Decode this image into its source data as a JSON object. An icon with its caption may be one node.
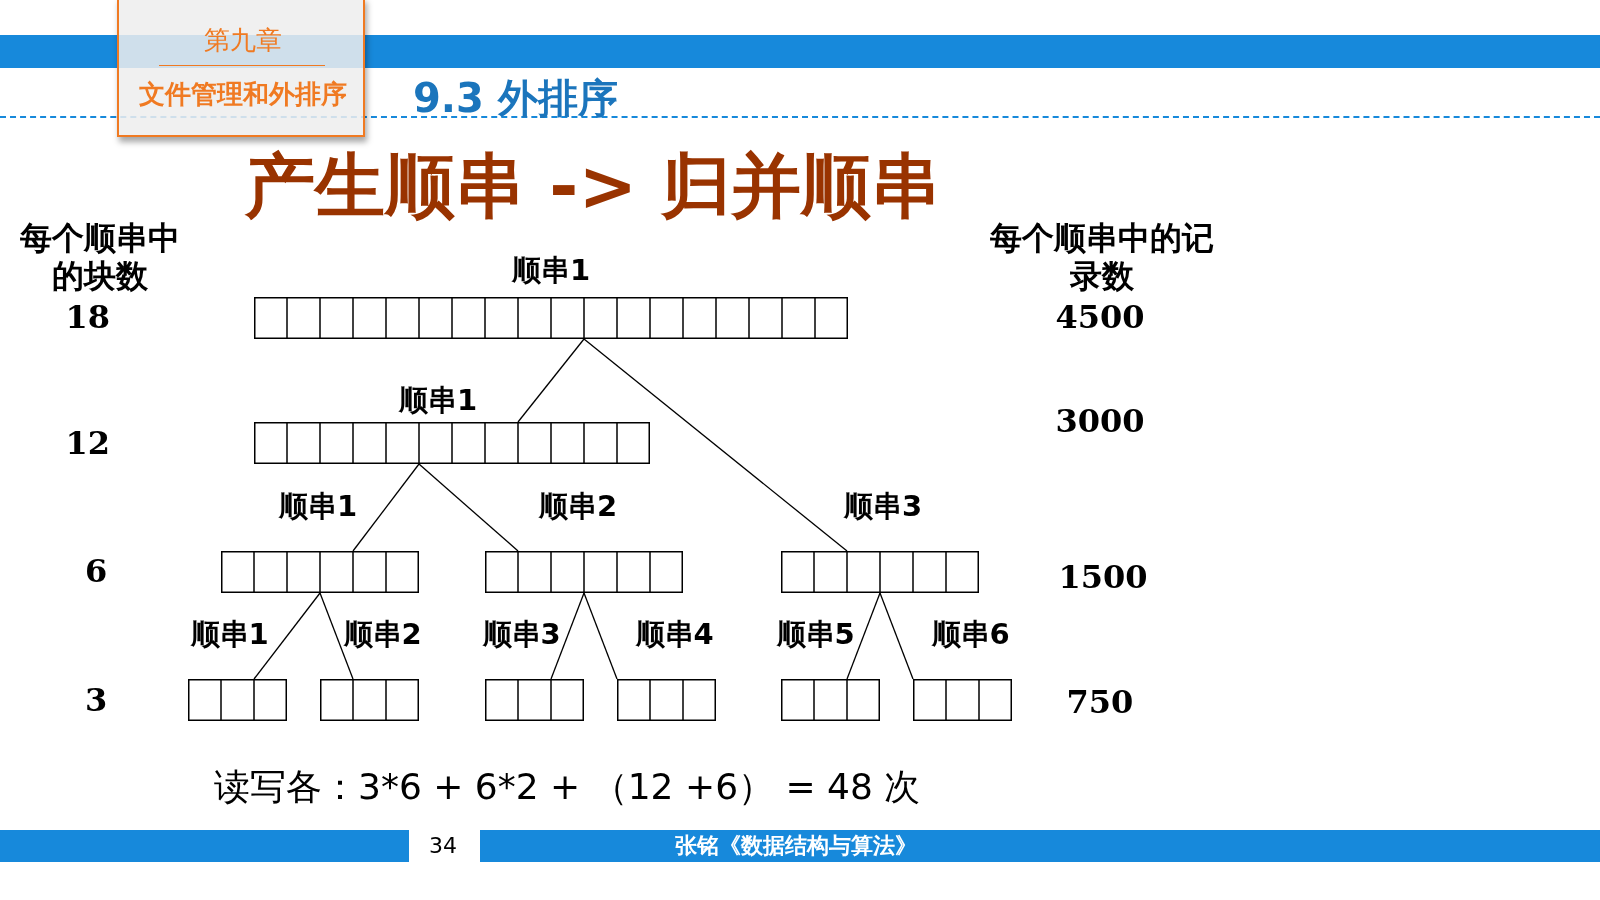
{
  "diagram": {
    "title": "产生顺串 -> 归并顺串",
    "nodes": [
      {
        "text": [
          "顺串1"
        ]
      },
      {
        "text": [
          "顺串1"
        ]
      },
      {
        "text": [
          "顺串1"
        ]
      },
      {
        "text": [
          "顺串2"
        ]
      },
      {
        "text": [
          "顺串3"
        ]
      },
      {
        "text": [
          "顺串1"
        ]
      },
      {
        "text": [
          "顺串2"
        ]
      },
      {
        "text": [
          "顺串3"
        ]
      },
      {
        "text": [
          "顺串4"
        ]
      },
      {
        "text": [
          "顺串5"
        ]
      },
      {
        "text": [
          "顺串6"
        ]
      }
    ],
    "edges": [
      {
        "from": 0,
        "to": 1,
        "arrow": "none"
      },
      {
        "from": 0,
        "to": 4,
        "arrow": "none"
      },
      {
        "from": 1,
        "to": 2,
        "arrow": "none"
      },
      {
        "from": 1,
        "to": 3,
        "arrow": "none"
      },
      {
        "from": 2,
        "to": 5,
        "arrow": "none"
      },
      {
        "from": 2,
        "to": 6,
        "arrow": "none"
      },
      {
        "from": 3,
        "to": 7,
        "arrow": "none"
      },
      {
        "from": 3,
        "to": 8,
        "arrow": "none"
      },
      {
        "from": 4,
        "to": 9,
        "arrow": "none"
      },
      {
        "from": 4,
        "to": 10,
        "arrow": "none"
      }
    ],
    "labels": [
      "第九章",
      "文件管理和外排序",
      "9.3 外排序",
      "每个顺串中的块数",
      "每个顺串中的记录数",
      "18",
      "4500",
      "12",
      "3000",
      "6",
      "1500",
      "3",
      "750",
      "读写各：3*6 + 6*2 + （12 +6） = 48 次",
      "34",
      "张铭《数据结构与算法》"
    ]
  }
}
